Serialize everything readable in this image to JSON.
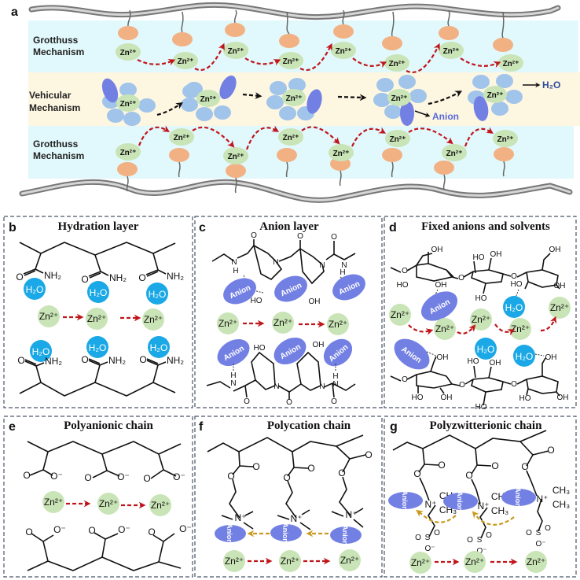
{
  "colors": {
    "grotthuss_band": "#e1f8fc",
    "vehicular_band": "#fdf6e1",
    "zn_ion": "#c9e4b6",
    "anchor_group": "#f2b183",
    "water_light": "#a1c4ea",
    "anion_dark": "#7380e3",
    "h2o_blue": "#1aa8e6",
    "red_arrow": "#c0161b",
    "gold_arrow": "#c99a1e",
    "chain_gray": "#9a9a9a",
    "panel_border": "#4a5568",
    "h2o_label": "#2c4b9a",
    "anion_label": "#5a6bdc"
  },
  "panel_a": {
    "letter": "a",
    "bands": [
      {
        "label_line1": "Grotthuss",
        "label_line2": "Mechanism"
      },
      {
        "label_line1": "Vehicular",
        "label_line2": "Mechanism"
      },
      {
        "label_line1": "Grotthuss",
        "label_line2": "Mechanism"
      }
    ],
    "ion_label": "Zn²⁺",
    "released_water_label": "H₂O",
    "released_anion_label": "Anion"
  },
  "panels": {
    "b": {
      "letter": "b",
      "title": "Hydration layer",
      "group": "NH₂",
      "oxygen": "O",
      "water": "H₂O",
      "ion": "Zn²⁺"
    },
    "c": {
      "letter": "c",
      "title": "Anion layer",
      "anion": "Anion",
      "ion": "Zn²⁺",
      "n": "N",
      "h": "H",
      "o": "O",
      "oh": "OH",
      "ho": "HO"
    },
    "d": {
      "letter": "d",
      "title": "Fixed anions and solvents",
      "anion": "Anion",
      "water": "H₂O",
      "ion": "Zn²⁺",
      "oh": "OH",
      "ho": "HO",
      "o": "O"
    },
    "e": {
      "letter": "e",
      "title": "Polyanionic chain",
      "o": "O",
      "o_minus": "O⁻",
      "ion": "Zn²⁺"
    },
    "f": {
      "letter": "f",
      "title": "Polycation chain",
      "o": "O",
      "n_plus": "N⁺",
      "anion": "Anion",
      "ion": "Zn²⁺"
    },
    "g": {
      "letter": "g",
      "title": "Polyzwitterionic chain",
      "o": "O",
      "n_plus": "N⁺",
      "ch3": "CH₃",
      "s": "S",
      "o_minus": "O⁻",
      "anion": "Anion",
      "ion": "Zn²⁺"
    }
  }
}
